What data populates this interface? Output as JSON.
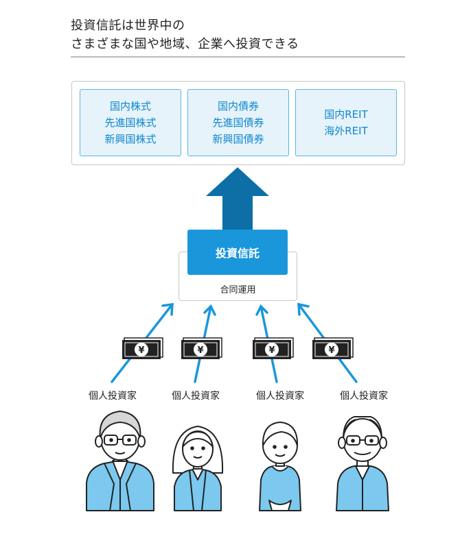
{
  "title": {
    "line1": "投資信託は世界中の",
    "line2": "さまざまな国や地域、企業へ投資できる"
  },
  "assets": [
    {
      "lines": [
        "国内株式",
        "先進国株式",
        "新興国株式"
      ]
    },
    {
      "lines": [
        "国内債券",
        "先進国債券",
        "新興国債券"
      ]
    },
    {
      "lines": [
        "国内REIT",
        "海外REIT"
      ]
    }
  ],
  "fund": {
    "name": "投資信託",
    "pool_label": "合同運用"
  },
  "money_symbol": "¥",
  "investors": [
    {
      "label": "個人投資家",
      "figure": "man-with-glasses-and-gray-hair"
    },
    {
      "label": "個人投資家",
      "figure": "woman-with-long-hair"
    },
    {
      "label": "個人投資家",
      "figure": "woman-with-short-hair"
    },
    {
      "label": "個人投資家",
      "figure": "elderly-man-with-glasses"
    }
  ],
  "colors": {
    "accent": "#1a97da",
    "asset_fill": "#e6f3fb",
    "asset_border": "#59b4e3",
    "asset_text": "#0f87cc",
    "big_arrow": "#0d6fa6",
    "shirt": "#7cc8ee"
  }
}
